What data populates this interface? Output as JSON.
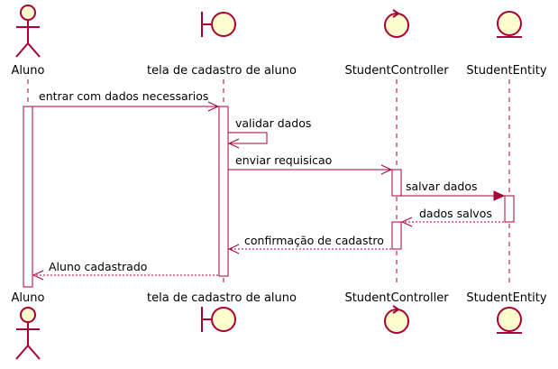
{
  "colors": {
    "border": "#A80036",
    "fill": "#FEFECE",
    "text": "#000000",
    "background": "#FFFFFF"
  },
  "participants": [
    {
      "key": "aluno",
      "label": "Aluno",
      "kind": "actor",
      "icon": "actor-icon"
    },
    {
      "key": "tela",
      "label": "tela de cadastro de aluno",
      "kind": "boundary",
      "icon": "boundary-icon"
    },
    {
      "key": "controller",
      "label": "StudentController",
      "kind": "control",
      "icon": "control-icon"
    },
    {
      "key": "entity",
      "label": "StudentEntity",
      "kind": "entity",
      "icon": "entity-icon"
    }
  ],
  "messages": [
    {
      "from": "aluno",
      "to": "tela",
      "label": "entrar com dados necessarios",
      "style": "solid"
    },
    {
      "from": "tela",
      "to": "tela",
      "label": "validar dados",
      "style": "self"
    },
    {
      "from": "tela",
      "to": "controller",
      "label": "enviar requisicao",
      "style": "solid"
    },
    {
      "from": "controller",
      "to": "entity",
      "label": "salvar dados",
      "style": "solid-filled"
    },
    {
      "from": "entity",
      "to": "controller",
      "label": "dados salvos",
      "style": "dashed"
    },
    {
      "from": "controller",
      "to": "tela",
      "label": "confirmação de cadastro",
      "style": "dashed"
    },
    {
      "from": "tela",
      "to": "aluno",
      "label": "Aluno cadastrado",
      "style": "dashed"
    }
  ]
}
